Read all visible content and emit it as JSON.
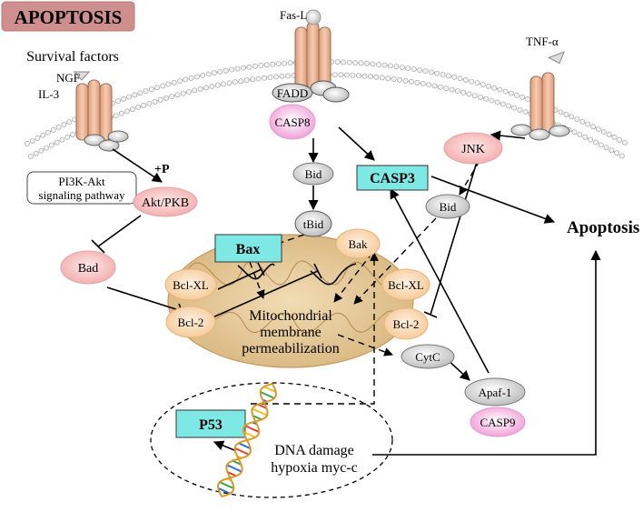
{
  "title": "APOPTOSIS",
  "membrane": {
    "survival_factors": "Survival factors",
    "ligand_ngf": "NGF",
    "ligand_il3": "IL-3",
    "ligand_fasl": "Fas-L",
    "ligand_tnf": "TNF-α"
  },
  "nodes": {
    "fadd": "FADD",
    "casp8": "CASP8",
    "bid_top": "Bid",
    "tbid": "tBid",
    "casp3": "CASP3",
    "jnk": "JNK",
    "bid_right": "Bid",
    "pi3k_line1": "PI3K-Akt",
    "pi3k_line2": "signaling pathway",
    "phospho": "+P",
    "akt": "Akt/PKB",
    "bad": "Bad",
    "bax": "Bax",
    "bak": "Bak",
    "bclxl_left": "Bcl-XL",
    "bcl2_left": "Bcl-2",
    "bclxl_right": "Bcl-XL",
    "bcl2_right": "Bcl-2",
    "cytc": "CytC",
    "apaf1": "Apaf-1",
    "casp9": "CASP9",
    "p53": "P53",
    "apoptosis": "Apoptosis"
  },
  "mito_text": [
    "Mitochondrial",
    "membrane",
    "permeabilization"
  ],
  "stress_text": [
    "DNA damage",
    "hypoxia myc-c"
  ]
}
